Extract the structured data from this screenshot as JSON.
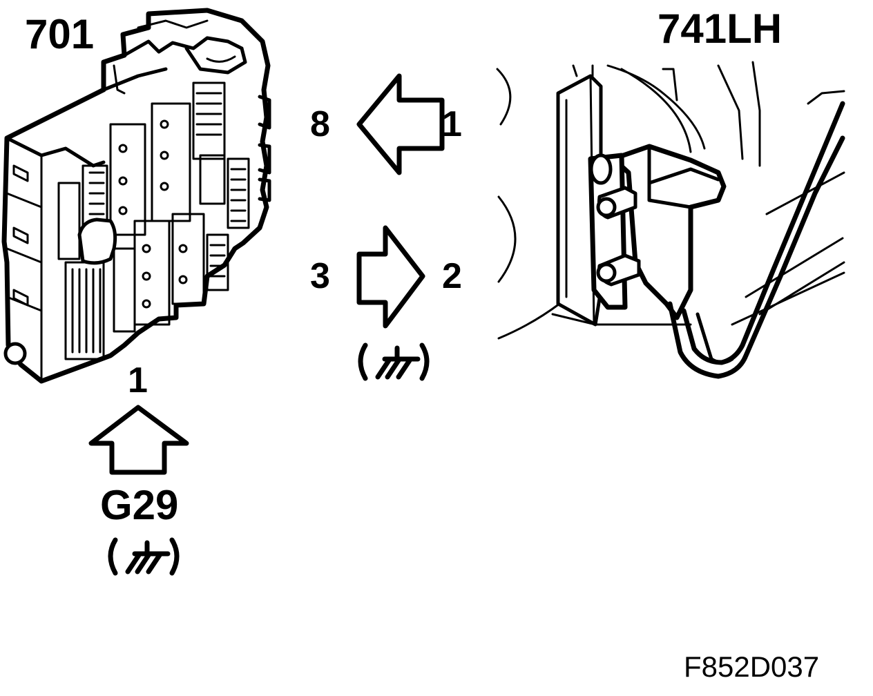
{
  "labels": {
    "component_left": "701",
    "component_right": "741LH",
    "pin_8": "8",
    "pin_1_top": "1",
    "pin_3": "3",
    "pin_2": "2",
    "pin_1_bottom": "1",
    "ground_point": "G29",
    "figure_id": "F852D037"
  },
  "icons": {
    "ground_symbol": "ground-symbol-icon",
    "arrow_left": "arrow-left-icon",
    "arrow_right": "arrow-right-icon",
    "arrow_up": "arrow-up-icon"
  },
  "colors": {
    "ink": "#000000",
    "background": "#ffffff"
  }
}
